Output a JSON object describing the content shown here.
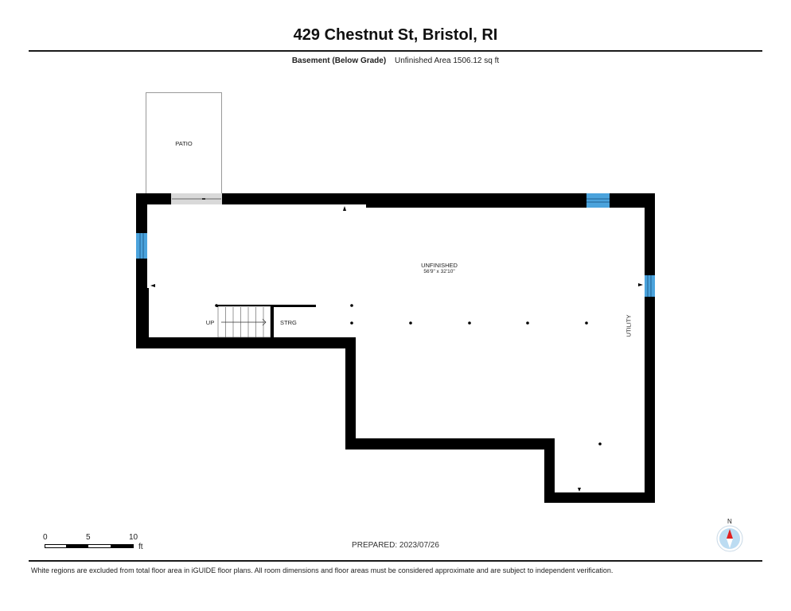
{
  "header": {
    "title": "429 Chestnut St, Bristol, RI",
    "level_name": "Basement (Below Grade)",
    "area_summary": "Unfinished Area 1506.12 sq ft"
  },
  "rooms": [
    {
      "name": "PATIO",
      "dimensions": ""
    },
    {
      "name": "UNFINISHED",
      "dimensions": "56'9\" x 32'10\""
    },
    {
      "name": "UP",
      "dimensions": ""
    },
    {
      "name": "STRG",
      "dimensions": ""
    },
    {
      "name": "UTILITY",
      "dimensions": ""
    }
  ],
  "scale_bar": {
    "ticks": [
      "0",
      "5",
      "10"
    ],
    "unit": "ft"
  },
  "compass": {
    "label": "N",
    "needle_color": "#e02020",
    "ring_color": "#bcdcf2"
  },
  "colors": {
    "wall": "#000000",
    "window": "#4ba3dc",
    "door": "#d9d9d9",
    "patio_outline": "#999999"
  },
  "footer": {
    "prepared": "PREPARED: 2023/07/26",
    "disclaimer": "White regions are excluded from total floor area in iGUIDE floor plans. All room dimensions and floor areas must be considered approximate and are subject to independent verification."
  }
}
